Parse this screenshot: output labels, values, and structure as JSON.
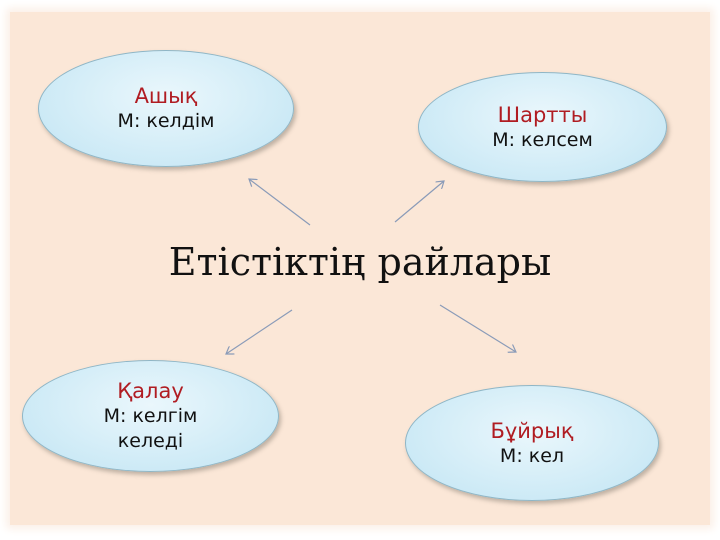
{
  "title": "Етістіктің райлары",
  "moods": [
    {
      "name": "Ашық",
      "example": "М: келдім"
    },
    {
      "name": "Шартты",
      "example": "М: келсем"
    },
    {
      "name": "Қалау",
      "example": "М: келгім келеді"
    },
    {
      "name": "Бұйрық",
      "example": "М: кел"
    }
  ],
  "colors": {
    "background": "#fbe7d7",
    "heading": "#b01c22",
    "ellipse": "#cdeaf6",
    "arrow": "#8a9bb8"
  }
}
